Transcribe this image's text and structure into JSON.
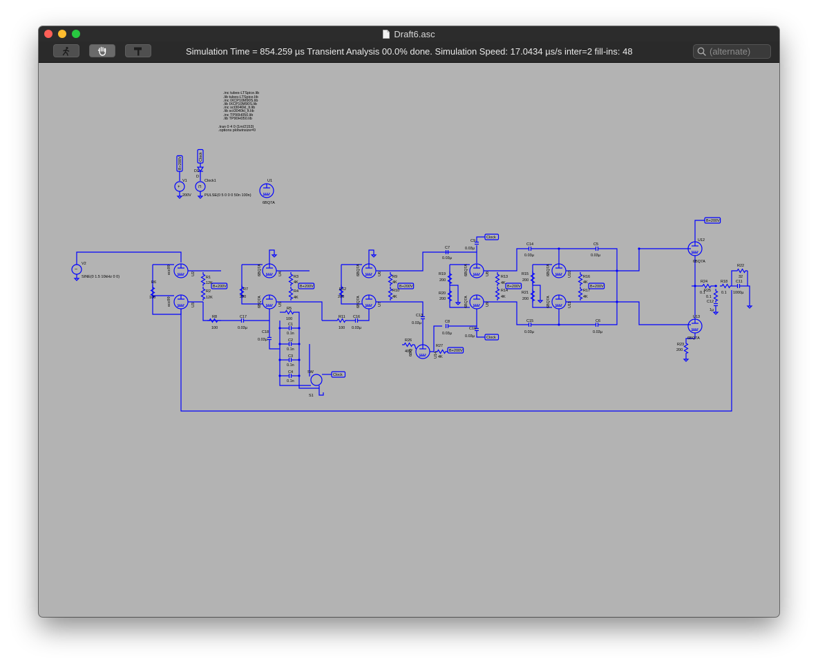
{
  "window": {
    "title": "Draft6.asc"
  },
  "toolbar": {
    "status": "Simulation Time = 854.259 µs  Transient Analysis 00.0% done. Simulation Speed: 17.0434 µs/s inter=2 fill-ins: 48",
    "search_placeholder": "(alternate)",
    "buttons": [
      "run-icon",
      "hand-icon",
      "hammer-icon"
    ]
  },
  "colors": {
    "schematic_blue": "#0000ff",
    "canvas_gray": "#b3b3b3"
  },
  "schematic": {
    "directives": [
      ".inc tubes-LTSpice.lib",
      ".lib tubes-LTSpice.lib",
      ".inc IXCP10M90S.lib",
      ".lib IXCP10M90S.lib",
      ".inc sct3040kl_lt.lib",
      ".lib sct3040kl_lt.lib",
      ".inc TP90H050.lib",
      ".lib TP90H050.lib",
      ".tran 0 4 0 {1m/2153}",
      ".options plotwinsize=0"
    ],
    "sources": {
      "v1_name": "V1",
      "v1_value": "200V",
      "v1_flag": "B+200V",
      "clock_name": "Clock1",
      "clock_value": "PULSE(0 5 0 0 0 50n 100n)",
      "clock_flag": "Clock",
      "d1": "D1",
      "d_label": "D",
      "v2_name": "V2",
      "v2_value": "SINE(0 1.5 10kHz 0 0)"
    },
    "u1": {
      "name": "U1",
      "type": "6BQ7A"
    },
    "tubes": {
      "u2": "U2",
      "u3": "U3",
      "u4": "U4",
      "u5": "U5",
      "u6": "U6",
      "u7": "U7",
      "u8": "U8",
      "u9": "U9",
      "u10": "U10",
      "u11": "U11",
      "u12": "U12",
      "u13": "U13",
      "u14": "U14",
      "ecc99": "ecc99",
      "t6bq7a": "6BQ7A",
      "t6bq": "6BQ"
    },
    "resistors": {
      "r1": "R1",
      "r1v": "12K",
      "r2": "R2",
      "r2v": "12K",
      "r3": "R3",
      "r3v": "4K",
      "r4": "R4",
      "r4v": "4K",
      "r5": "R5",
      "r5v": "100",
      "r6": "R6",
      "r6v": "100",
      "r7": "R7",
      "r7v": "200",
      "r8": "R8",
      "r8v": "100",
      "r9": "R9",
      "r9v": "4K",
      "r10": "R10",
      "r10v": "4K",
      "r11": "R11",
      "r11v": "100",
      "r12": "R12",
      "r12v": "200",
      "r13": "R13",
      "r13v": "4K",
      "r14": "R14",
      "r14v": "4K",
      "r15": "R15",
      "r15v": "200",
      "r16": "R16",
      "r16v": "4K",
      "r17": "R17",
      "r17v": "4K",
      "r18": "R18",
      "r18v": "0.1",
      "r19": "R19",
      "r19v": "200",
      "r20": "R20",
      "r20v": "200",
      "r21": "R21",
      "r21v": "200",
      "r22": "R22",
      "r22v": "32",
      "r23": "R23",
      "r23v": "200",
      "r24": "R24",
      "r24v": "0.1",
      "r25": "R25",
      "r25v": "0.1",
      "r26": "R26",
      "r26v": "400",
      "r27": "R27",
      "r27v": "4K"
    },
    "capacitors": {
      "c1": "C1",
      "c1v": "0.1n",
      "c2": "C2",
      "c2v": "0.1n",
      "c3": "C3",
      "c3v": "0.1n",
      "c4": "C4",
      "c4v": "0.1n",
      "c5": "C5",
      "c5v": "0.03µ",
      "c6": "C6",
      "c6v": "0.03µ",
      "c7": "C7",
      "c7v": "0.03µ",
      "c8": "C8",
      "c8v": "0.03µ",
      "c9": "C9",
      "c9v": "0.03µ",
      "c10": "C10",
      "c10v": "0.03µ",
      "c11": "C11",
      "c11v": "1000µ",
      "c12": "C12",
      "c12v": "1µ",
      "c13": "C13",
      "c13v": "0.03µ",
      "c14": "C14",
      "c14v": "0.03µ",
      "c15": "C15",
      "c15v": "0.03µ",
      "c16": "C16",
      "c16v": "0.03µ",
      "c17": "C17",
      "c17v": "0.03µ",
      "c18": "C18",
      "c18v": "0.03µ"
    },
    "switch": {
      "name": "SW",
      "ref": "S1"
    },
    "flags": {
      "bplus": "B+200V",
      "clock": "Clock"
    }
  }
}
